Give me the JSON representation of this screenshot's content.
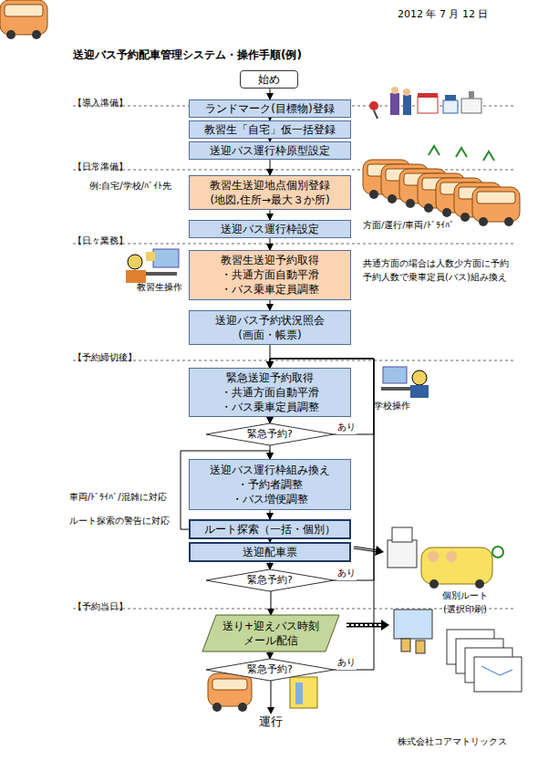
{
  "diagram": {
    "title": "送迎バス予約配車管理システム・操作手順(例)",
    "nodes": [
      {
        "text": [
          "始め"
        ]
      },
      {
        "text": [
          "ランドマーク(目標物)登録"
        ]
      },
      {
        "text": [
          "教習生「自宅」仮一括登録"
        ]
      },
      {
        "text": [
          "送迎バス運行枠原型設定"
        ]
      },
      {
        "text": [
          "教習生送迎地点個別登録",
          "(地図,住所→最大３か所)"
        ]
      },
      {
        "text": [
          "送迎バス運行枠設定"
        ]
      },
      {
        "text": [
          "教習生送迎予約取得",
          "・共通方面自動平滑",
          "・バス乗車定員調整"
        ]
      },
      {
        "text": [
          "送迎バス予約状況照会",
          "(画面・帳票)"
        ]
      },
      {
        "text": [
          "緊急送迎予約取得",
          "・共通方面自動平滑",
          "・バス乗車定員調整"
        ]
      },
      {
        "text": [
          "緊急予約?"
        ]
      },
      {
        "text": [
          "送迎バス運行枠組み換え",
          "・予約者調整",
          "・バス増便調整"
        ]
      },
      {
        "text": [
          "ルート探索（一括・個別）"
        ]
      },
      {
        "text": [
          "送迎配車票"
        ]
      },
      {
        "text": [
          "緊急予約?"
        ]
      },
      {
        "text": [
          "送り+迎えバス時刻",
          "メール配信"
        ]
      },
      {
        "text": [
          "緊急予約?"
        ]
      },
      {
        "text": [
          "運行"
        ]
      }
    ],
    "edges": [
      {
        "from": 0,
        "to": 1,
        "arrow": "to"
      },
      {
        "from": 1,
        "to": 2,
        "arrow": "to"
      },
      {
        "from": 2,
        "to": 3,
        "arrow": "to"
      },
      {
        "from": 3,
        "to": 4,
        "arrow": "to"
      },
      {
        "from": 4,
        "to": 5,
        "arrow": "to"
      },
      {
        "from": 5,
        "to": 6,
        "arrow": "to"
      },
      {
        "from": 6,
        "to": 7,
        "arrow": "to"
      },
      {
        "from": 7,
        "to": 8,
        "arrow": "to"
      },
      {
        "from": 8,
        "to": 9,
        "arrow": "to"
      },
      {
        "from": 9,
        "to": 10,
        "arrow": "to"
      },
      {
        "from": 10,
        "to": 11,
        "arrow": "to"
      },
      {
        "from": 11,
        "to": 12,
        "arrow": "to"
      },
      {
        "from": 12,
        "to": 13,
        "arrow": "to"
      },
      {
        "from": 13,
        "to": 14,
        "arrow": "to"
      },
      {
        "from": 14,
        "to": 15,
        "arrow": "to"
      },
      {
        "from": 15,
        "to": 16,
        "arrow": "to"
      },
      {
        "from": 9,
        "to": 8,
        "label": "あり",
        "arrow": "to"
      },
      {
        "from": 13,
        "to": 8,
        "label": "あり",
        "arrow": "to"
      },
      {
        "from": 15,
        "to": 8,
        "label": "あり",
        "arrow": "to"
      },
      {
        "from": 11,
        "to": 10,
        "arrow": "to"
      }
    ],
    "labels": [
      "2012 年 7 月 12 日",
      "【導入準備】",
      "【日常準備】",
      "例:自宅/学校/ﾊﾞｲﾄ先",
      "方面/運行/車両/ﾄﾞﾗｲﾊﾞ",
      "【日々業務】",
      "教習生操作",
      "共通方面の場合は人数少方面に予約 予約人数で乗車定員(バス)組み換え",
      "【予約締切後】",
      "学校操作",
      "車両/ﾄﾞﾗｲﾊﾞ/混雑に対応",
      "ルート探索の警告に対応",
      "個別ルート (選択印刷)",
      "【予約当日】",
      "株式会社コアマトリックス"
    ]
  }
}
